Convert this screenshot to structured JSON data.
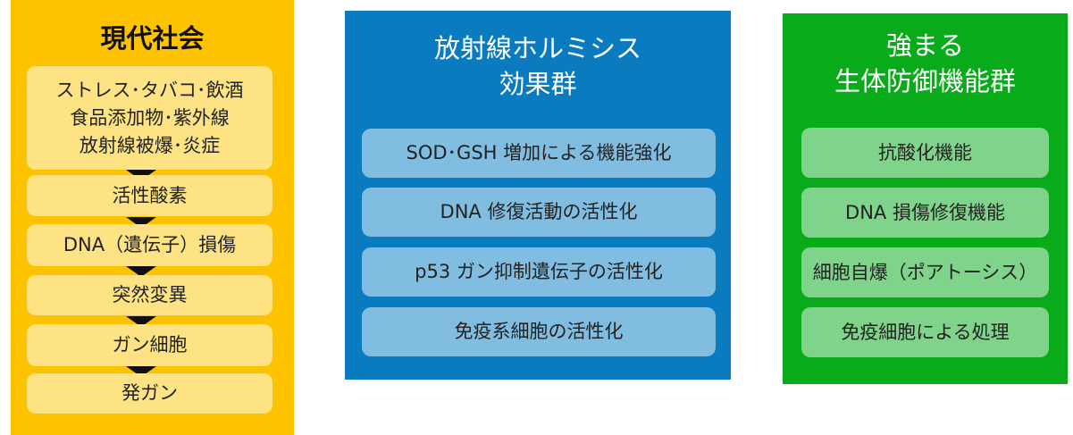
{
  "modern_society": {
    "title": "現代社会",
    "steps": [
      {
        "label": "ストレス･タバコ･飲酒\n食品添加物･紫外線\n放射線被爆･炎症"
      },
      {
        "label": "活性酸素"
      },
      {
        "label": "DNA（遺伝子）損傷"
      },
      {
        "label": "突然変異"
      },
      {
        "label": "ガン細胞"
      },
      {
        "label": "発ガン"
      }
    ]
  },
  "hormesis": {
    "title": "放射線ホルミシス\n効果群",
    "items": [
      {
        "label": "SOD･GSH 増加による機能強化"
      },
      {
        "label": "DNA 修復活動の活性化"
      },
      {
        "label": "p53 ガン抑制遺伝子の活性化"
      },
      {
        "label": "免疫系細胞の活性化"
      }
    ]
  },
  "defense": {
    "title": "強まる\n生体防御機能群",
    "items": [
      {
        "label": "抗酸化機能"
      },
      {
        "label": "DNA 損傷修復機能"
      },
      {
        "label": "細胞自爆（ポアトーシス）"
      },
      {
        "label": "免疫細胞による処理"
      }
    ]
  },
  "colors": {
    "yellow": "#fec300",
    "blue": "#0b7bbf",
    "green": "#0aab1a"
  }
}
